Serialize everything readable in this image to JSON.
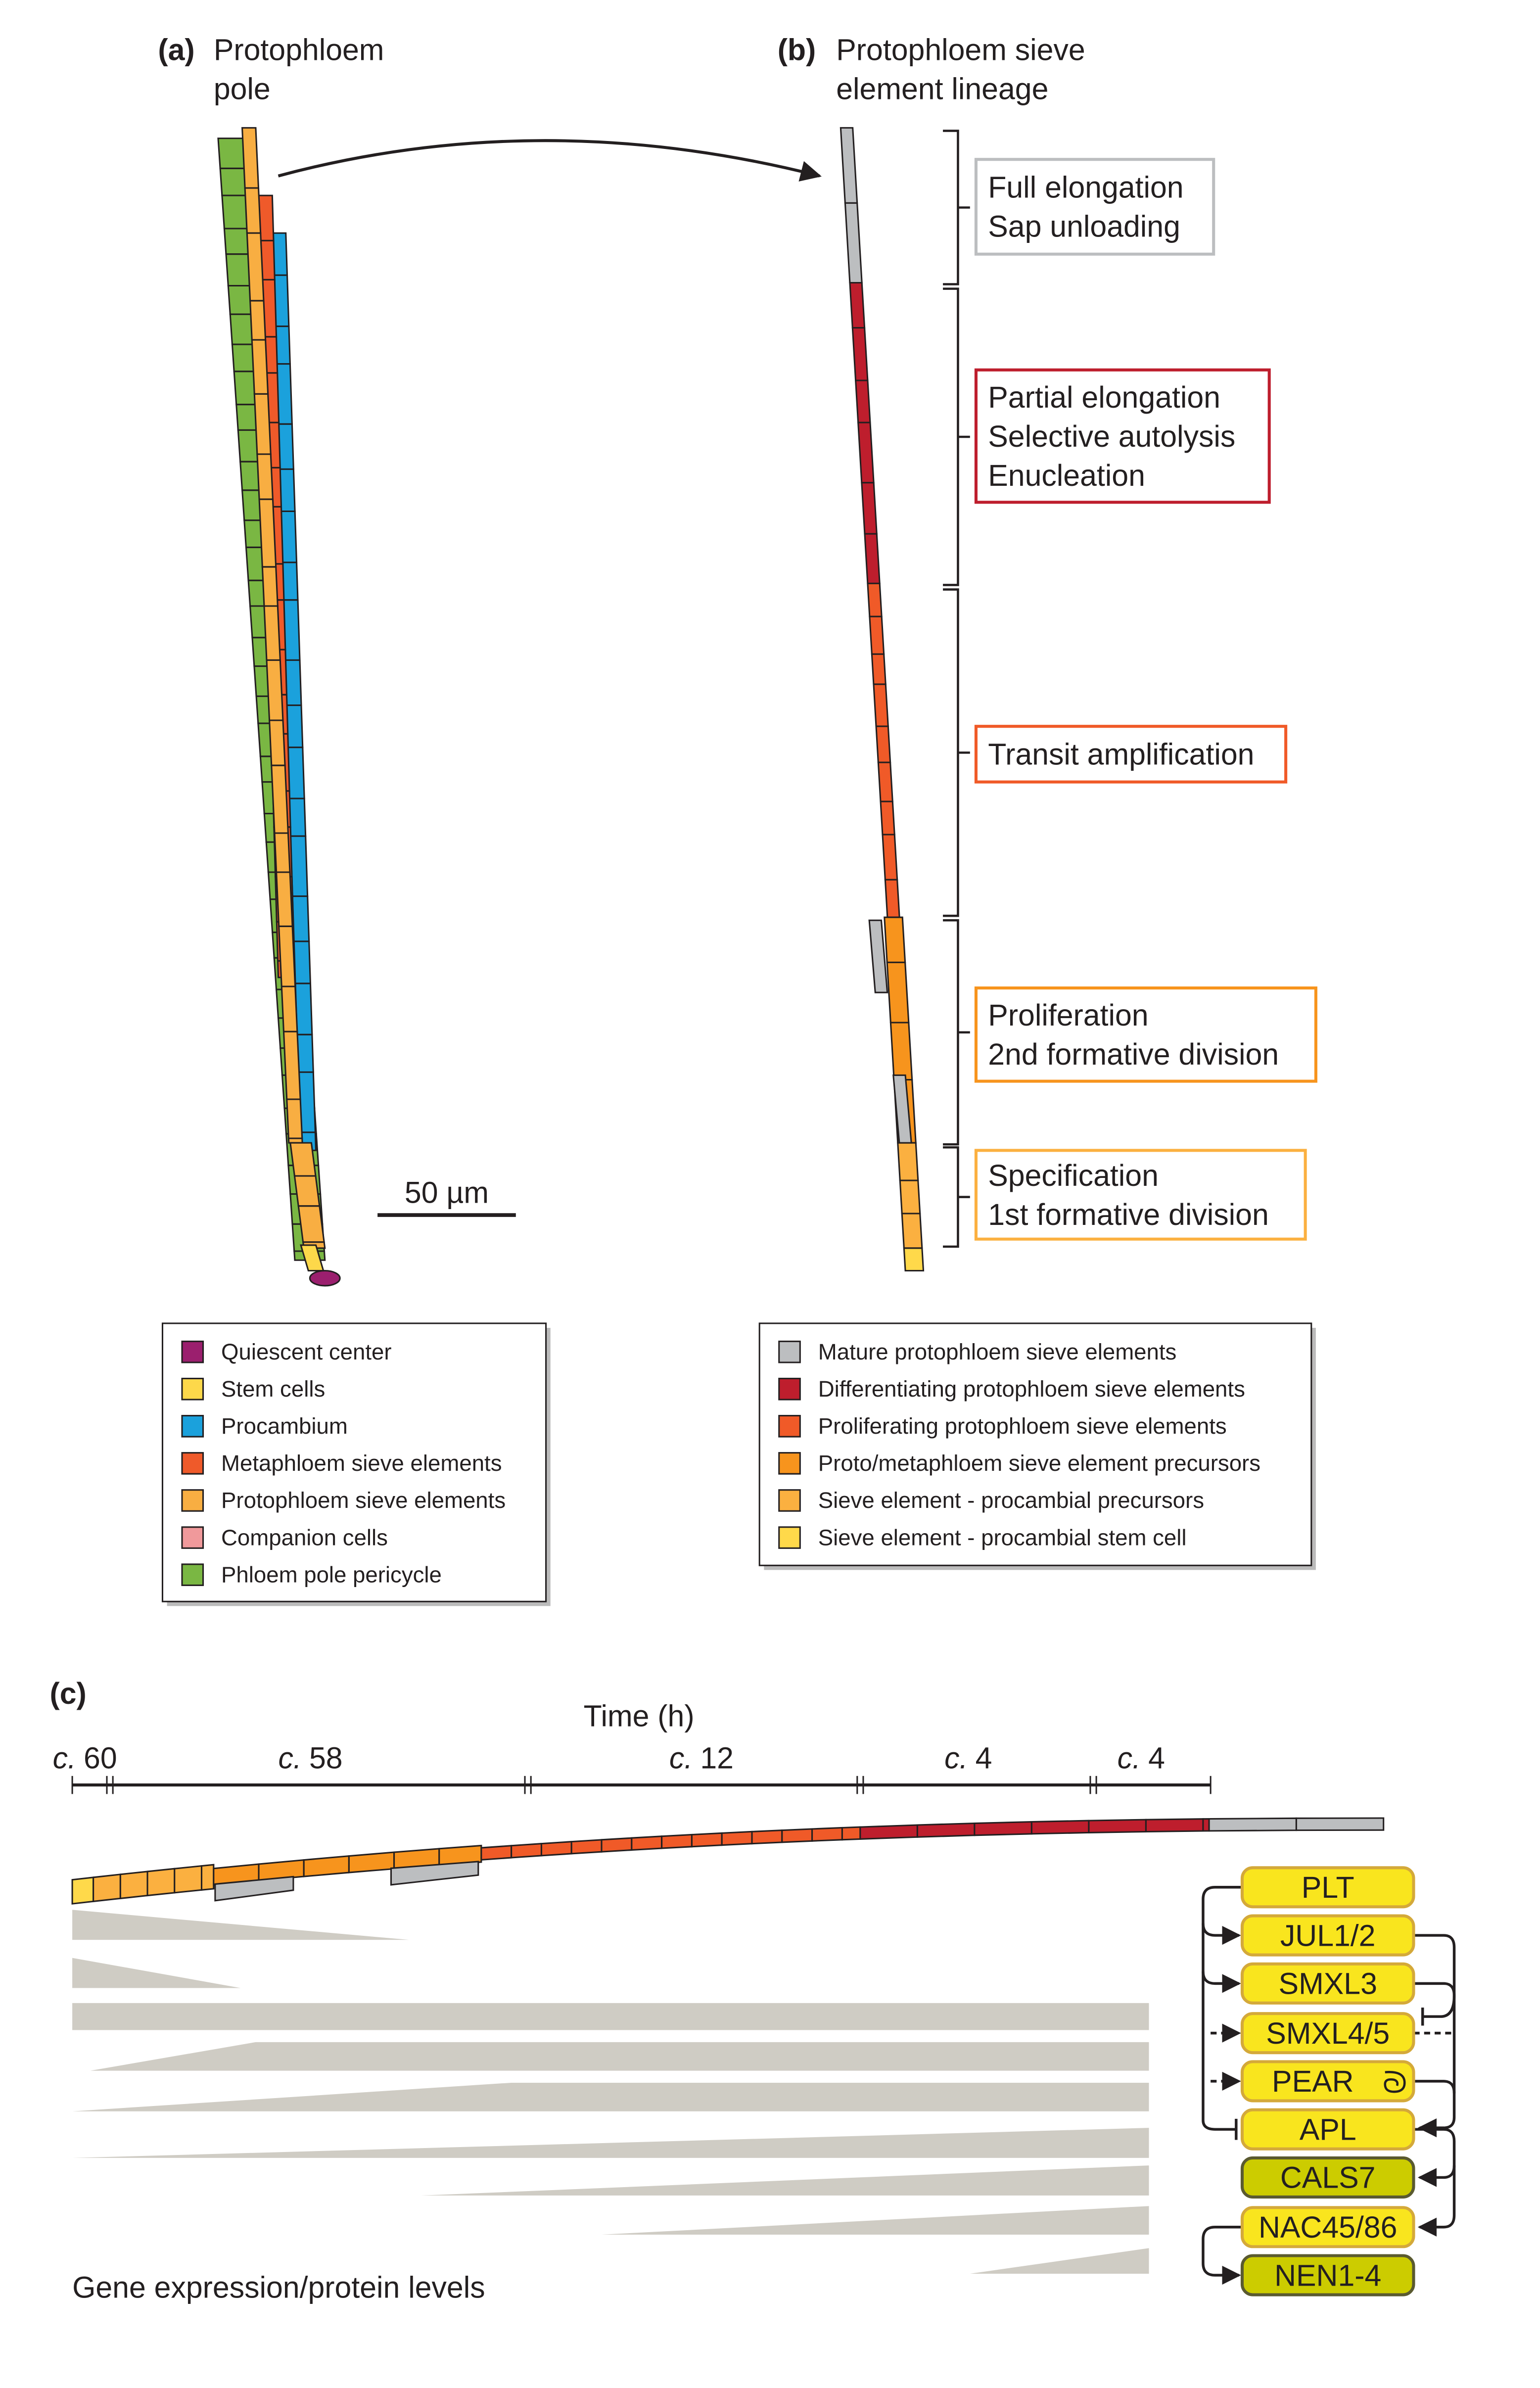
{
  "panel_a": {
    "letter": "(a)",
    "title_lines": [
      "Protophloem",
      "pole"
    ]
  },
  "panel_b": {
    "letter": "(b)",
    "title_lines": [
      "Protophloem sieve",
      "element lineage"
    ]
  },
  "panel_c": {
    "letter": "(c)",
    "time_label": "Time (h)",
    "footer": "Gene expression/protein levels"
  },
  "scale_bar": "50 µm",
  "stages": [
    {
      "lines": [
        "Full elongation",
        "Sap unloading"
      ],
      "color": "#bcbec0"
    },
    {
      "lines": [
        "Partial elongation",
        "Selective autolysis",
        "Enucleation"
      ],
      "color": "#be1e2d"
    },
    {
      "lines": [
        "Transit amplification"
      ],
      "color": "#f05a28"
    },
    {
      "lines": [
        "Proliferation",
        "2nd formative division"
      ],
      "color": "#f7941d"
    },
    {
      "lines": [
        "Specification",
        "1st formative division"
      ],
      "color": "#fbb040"
    }
  ],
  "legend_a": [
    {
      "label": "Quiescent center",
      "color": "#9b1f6e"
    },
    {
      "label": "Stem cells",
      "color": "#fdd84a"
    },
    {
      "label": "Procambium",
      "color": "#1ba1dc"
    },
    {
      "label": "Metaphloem sieve elements",
      "color": "#ef5a2a"
    },
    {
      "label": "Protophloem sieve elements",
      "color": "#f8ae42"
    },
    {
      "label": "Companion cells",
      "color": "#f0999b"
    },
    {
      "label": "Phloem pole pericycle",
      "color": "#7ab743"
    }
  ],
  "legend_b": [
    {
      "label": "Mature protophloem sieve elements",
      "color": "#bcbec0"
    },
    {
      "label": "Differentiating protophloem sieve elements",
      "color": "#be1e2d"
    },
    {
      "label": "Proliferating protophloem sieve elements",
      "color": "#f05a28"
    },
    {
      "label": "Proto/metaphloem sieve element precursors",
      "color": "#f7941d"
    },
    {
      "label": "Sieve element - procambial precursors",
      "color": "#fbb040"
    },
    {
      "label": "Sieve element - procambial stem cell",
      "color": "#ffd94a"
    }
  ],
  "timeline": [
    {
      "prefix": "c.",
      "value": "60"
    },
    {
      "prefix": "c.",
      "value": "58"
    },
    {
      "prefix": "c.",
      "value": "12"
    },
    {
      "prefix": "c.",
      "value": "4"
    },
    {
      "prefix": "c.",
      "value": "4"
    }
  ],
  "genes": [
    {
      "name": "PLT",
      "color": "#f9e51e",
      "border": "#d4a93a"
    },
    {
      "name": "JUL1/2",
      "color": "#f9e51e",
      "border": "#d4a93a"
    },
    {
      "name": "SMXL3",
      "color": "#f9e51e",
      "border": "#d4a93a"
    },
    {
      "name": "SMXL4/5",
      "color": "#f9e51e",
      "border": "#d4a93a"
    },
    {
      "name": "PEAR",
      "color": "#f9e51e",
      "border": "#d4a93a"
    },
    {
      "name": "APL",
      "color": "#f9e51e",
      "border": "#d4a93a"
    },
    {
      "name": "CALS7",
      "color": "#cccc00",
      "border": "#5a5a30"
    },
    {
      "name": "NAC45/86",
      "color": "#f9e51e",
      "border": "#d4a93a"
    },
    {
      "name": "NEN1-4",
      "color": "#cccc00",
      "border": "#5a5a30"
    }
  ],
  "expression_color": "#cfccc4"
}
